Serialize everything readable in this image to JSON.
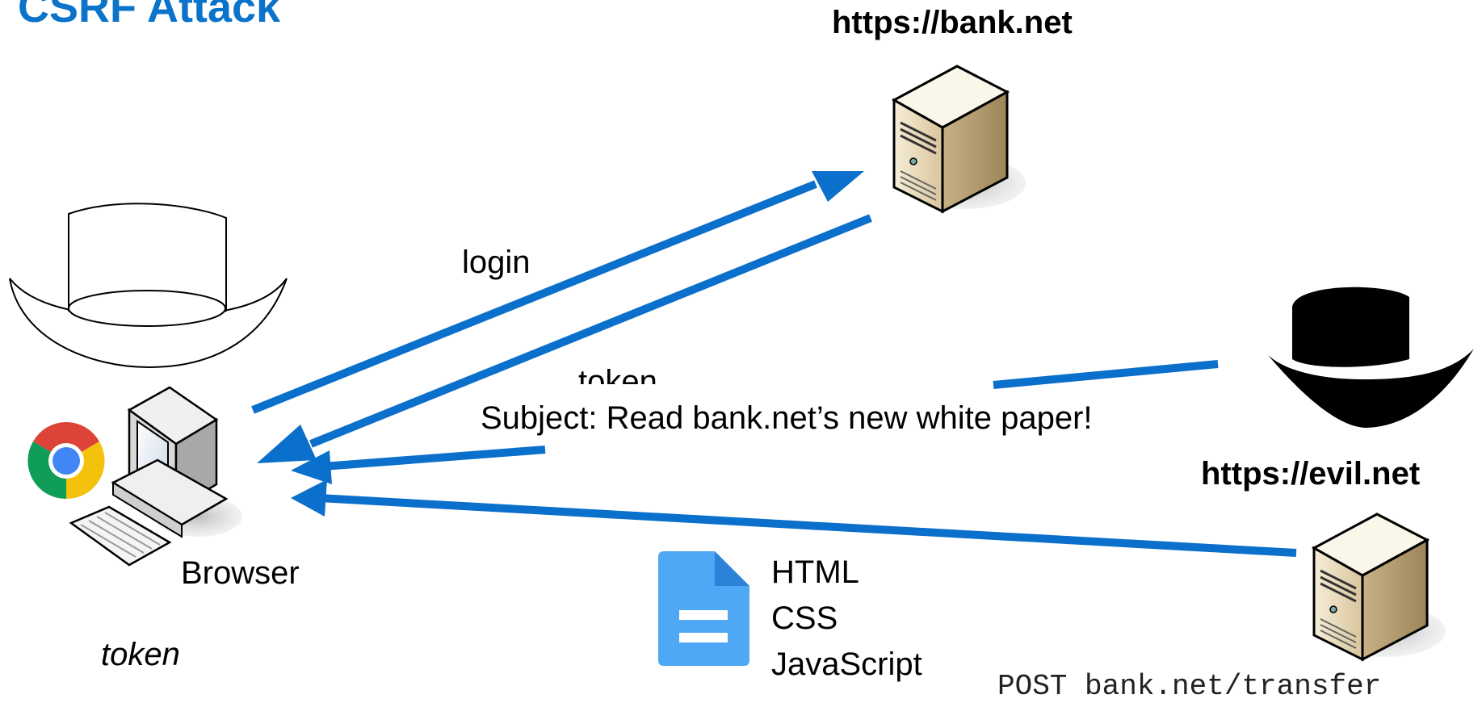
{
  "slide": {
    "title": "CSRF Attack"
  },
  "hosts": {
    "bank": "https://bank.net",
    "evil": "https://evil.net"
  },
  "labels": {
    "browser": "Browser",
    "browser_state": "token",
    "login": "login",
    "token_partial": "token",
    "subject": "Subject: Read bank.net’s new white paper!",
    "html": "HTML",
    "css": "CSS",
    "javascript": "JavaScript",
    "post_request": "POST bank.net/transfer"
  },
  "colors": {
    "arrow": "#0b6fcc",
    "title": "#0b73c9",
    "doc_icon": "#4fa8f5",
    "server_body": "#efe2c6",
    "hat_evil": "#000000"
  },
  "icons": [
    "white-hat-icon",
    "black-hat-icon",
    "chrome-icon",
    "computer-icon",
    "server-icon",
    "document-icon"
  ]
}
